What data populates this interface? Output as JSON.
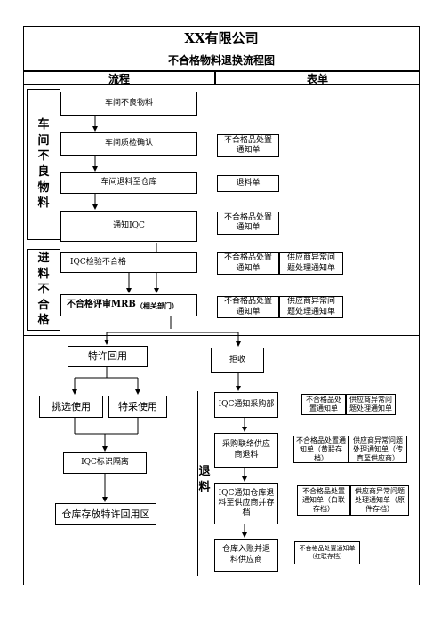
{
  "title": "XX有限公司",
  "subtitle": "不合格物料退换流程图",
  "columns": {
    "flow": "流程",
    "form": "表单"
  },
  "sections": {
    "workshop": [
      "车",
      "间",
      "不",
      "良",
      "物",
      "料"
    ],
    "incoming": [
      "进",
      "料",
      "不",
      "合",
      "格"
    ],
    "return": [
      "退",
      "料"
    ]
  },
  "flow": {
    "ws_defect": "车间不良物料",
    "ws_qc": "车间质检确认",
    "ws_return": "车间退料至仓库",
    "notify_iqc": "通知IQC",
    "iqc_fail": "IQC检验不合格",
    "mrb_main": "不合格评审MRB",
    "mrb_sub": "（相关部门）",
    "concession": "特许回用",
    "reject": "拒收",
    "pick": "挑选使用",
    "special": "特采使用",
    "iqc_tag": "IQC标识隔离",
    "store": "仓库存放特许回用区",
    "iqc_purchase": "IQC通知采购部",
    "purchase_contact": "采购联络供应商退料",
    "iqc_warehouse": "IQC通知仓库退料至供应商并存档",
    "warehouse_post": "仓库入账并退料供应商"
  },
  "forms": {
    "f1": "不合格品处置通知单",
    "f2": "退料单",
    "f3": "不合格品处置通知单",
    "f4a": "不合格品处置通知单",
    "f4b": "供应商异常问题处理通知单",
    "f5a": "不合格品处置通知单",
    "f5b": "供应商异常问题处理通知单",
    "f6a": "不合格品处置通知单",
    "f6b": "供应商异常问题处理通知单",
    "f7a": "不合格品处置通知单（黄联存档）",
    "f7b": "供应商异常问题处理通知单（传真至供应商）",
    "f8a": "不合格品处置通知单（白联存档）",
    "f8b": "供应商异常问题处理通知单（原件存档）",
    "f9": "不合格品处置通知单（红联存档）"
  }
}
